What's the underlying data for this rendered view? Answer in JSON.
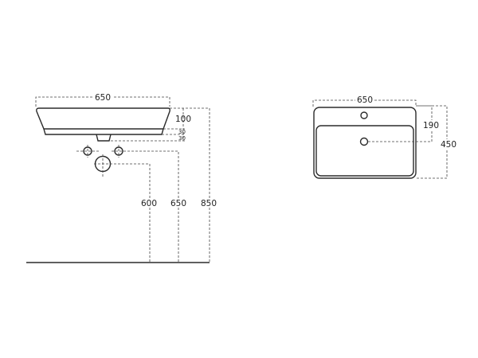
{
  "side_view": {
    "width_label": "650",
    "height_label": "100",
    "step1_label": "30",
    "step2_label": "30",
    "drain_height_label": "600",
    "supply_height_label": "650",
    "total_height_label": "850"
  },
  "top_view": {
    "width_label": "650",
    "drain_offset_label": "190",
    "depth_label": "450"
  }
}
